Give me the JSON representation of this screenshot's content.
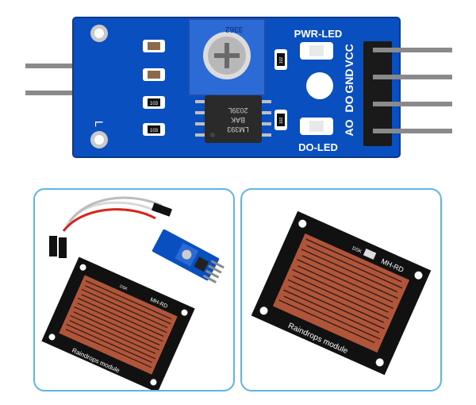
{
  "board": {
    "pwr_led_label": "PWR-LED",
    "do_led_label": "DO-LED",
    "pin_vcc": "VCC",
    "pin_gnd": "GND",
    "pin_do": "DO",
    "pin_ao": "AO",
    "chip_line1": "LM393",
    "chip_line2": "BAK",
    "chip_line3": "2039L",
    "pot_label": "3362",
    "side_label": "L",
    "r1": "103",
    "r2": "103",
    "r3": "102",
    "r4": "102"
  },
  "sensor": {
    "model": "MH-RD",
    "dsk": "DSK",
    "name": "Raindrops module"
  },
  "colors": {
    "pcb_blue": "#0a4fc0",
    "trace_copper": "#b0553a",
    "panel_border": "#5bb8e6"
  }
}
